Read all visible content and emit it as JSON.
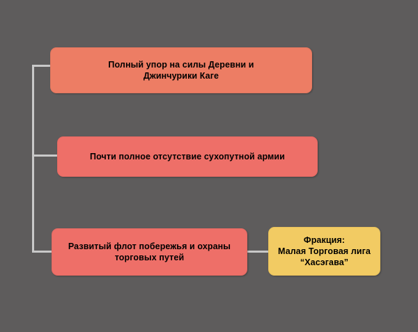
{
  "diagram": {
    "background_color": "#5e5c5c",
    "connector_color": "#c9c9c9",
    "nodes": [
      {
        "id": "node-1",
        "role": "trait",
        "color": "#ed7d64",
        "lines": [
          "Полный упор на силы Деревни и",
          "Джинчурики Каге"
        ]
      },
      {
        "id": "node-2",
        "role": "trait",
        "color": "#ee6f68",
        "lines": [
          "Почти полное отсутствие сухопутной армии"
        ]
      },
      {
        "id": "node-3",
        "role": "trait",
        "color": "#ee6f68",
        "lines": [
          "Развитый флот побережья и охраны",
          "торговых путей"
        ]
      },
      {
        "id": "node-4",
        "role": "faction",
        "color": "#f2cb63",
        "lines": [
          "Фракция:",
          "Малая Торговая лига",
          "“Хасэгава”"
        ]
      }
    ]
  }
}
